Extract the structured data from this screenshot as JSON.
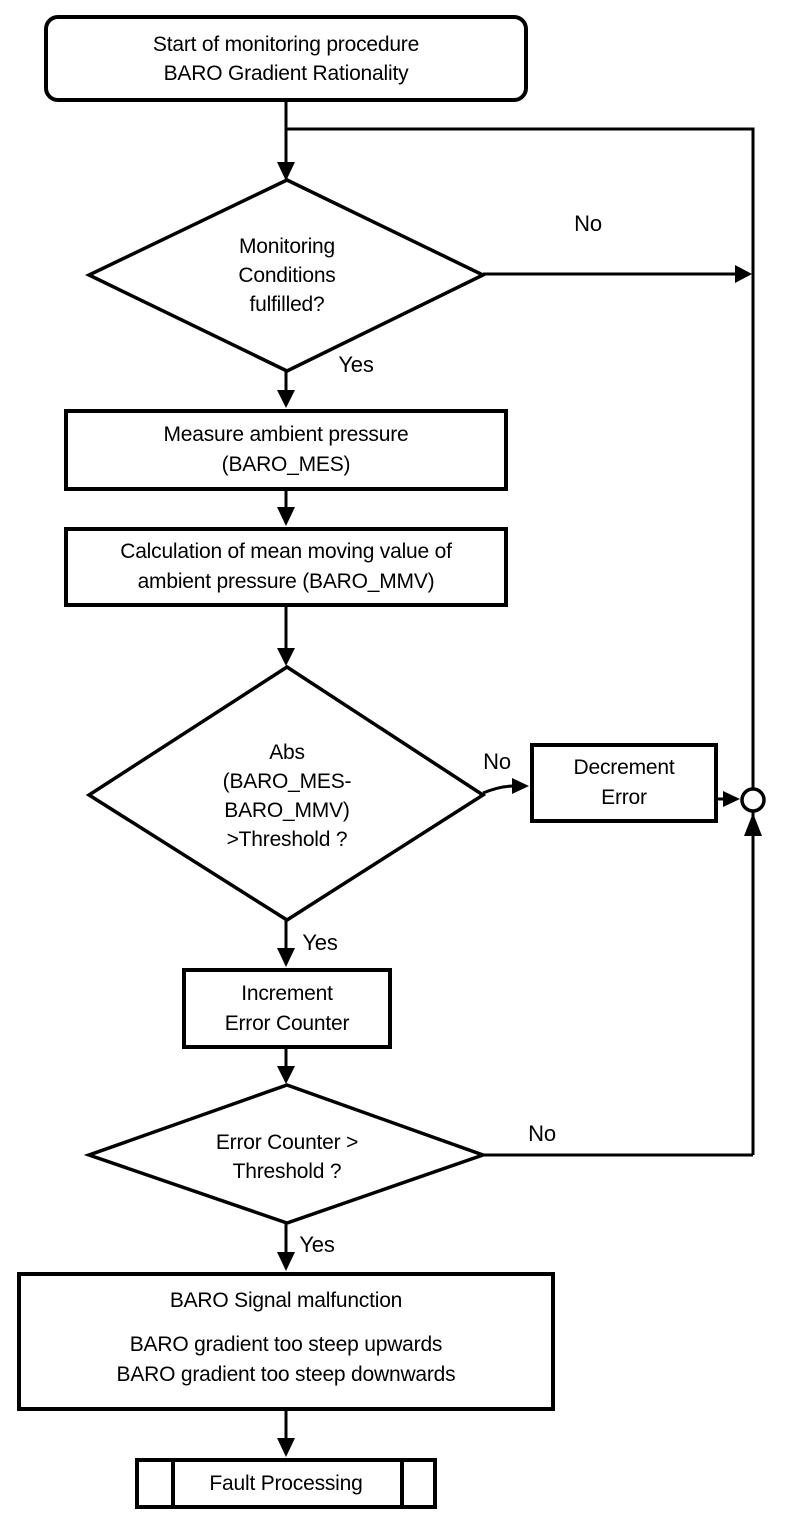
{
  "nodes": {
    "start": {
      "lines": [
        "Start of monitoring procedure",
        "BARO Gradient Rationality"
      ]
    },
    "monitoring_decision": {
      "lines": [
        "Monitoring",
        "Conditions",
        "fulfilled?"
      ],
      "no": "No",
      "yes": "Yes"
    },
    "measure": {
      "lines": [
        "Measure ambient pressure",
        "(BARO_MES)"
      ]
    },
    "calculation": {
      "lines": [
        "Calculation of mean moving value of",
        "ambient pressure (BARO_MMV)"
      ]
    },
    "abs_decision": {
      "lines": [
        "Abs",
        "(BARO_MES-",
        "BARO_MMV)",
        ">Threshold ?"
      ],
      "no": "No",
      "yes": "Yes"
    },
    "decrement": {
      "lines": [
        "Decrement",
        "Error"
      ]
    },
    "increment": {
      "lines": [
        "Increment",
        "Error Counter"
      ]
    },
    "counter_decision": {
      "lines": [
        "Error Counter >",
        "Threshold ?"
      ],
      "no": "No",
      "yes": "Yes"
    },
    "malfunction": {
      "lines": [
        "BARO Signal malfunction",
        "BARO gradient too steep upwards",
        "BARO gradient too steep downwards"
      ]
    },
    "fault_processing": {
      "label": "Fault Processing"
    }
  },
  "colors": {
    "stroke": "#000000",
    "fill": "#ffffff"
  }
}
